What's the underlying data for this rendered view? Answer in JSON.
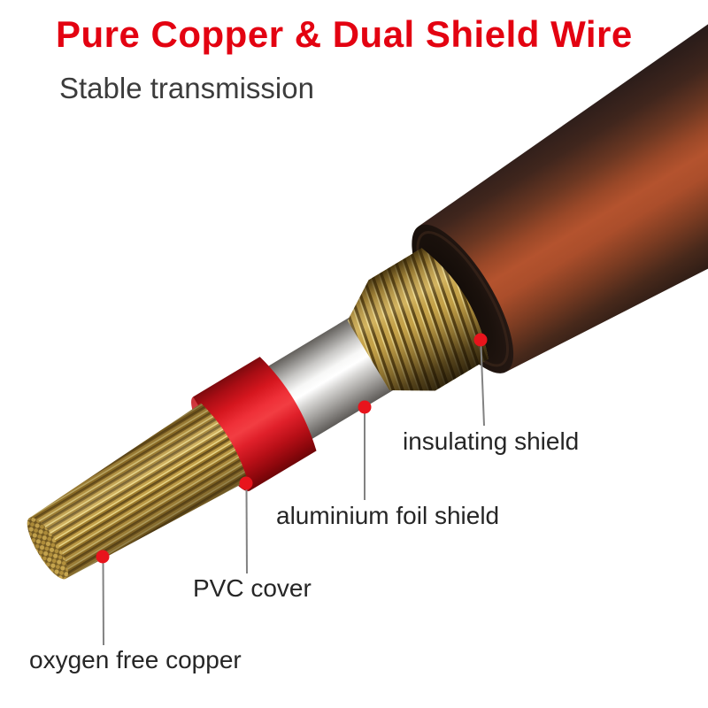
{
  "header": {
    "title": "Pure Copper & Dual Shield Wire",
    "subtitle": "Stable transmission"
  },
  "callouts": [
    {
      "id": "insulating-shield",
      "text": "insulating shield"
    },
    {
      "id": "aluminium-foil-shield",
      "text": "aluminium foil shield"
    },
    {
      "id": "pvc-cover",
      "text": "PVC cover"
    },
    {
      "id": "oxygen-free-copper",
      "text": "oxygen free copper"
    }
  ],
  "colors": {
    "background": "#ffffff",
    "title_red": "#e30211",
    "subtitle_gray": "#3c3c3c",
    "label_text": "#262626",
    "marker_red": "#e8141c",
    "leader_line_gray": "#828282",
    "copper_gold": "#c7a44c",
    "braid_gold": "#c9a64b",
    "foil_silver": "#f0f0ef",
    "pvc_ring_red": "#e01e26",
    "jacket_rust_highlight": "#b4532e",
    "jacket_dark": "#241a18"
  }
}
